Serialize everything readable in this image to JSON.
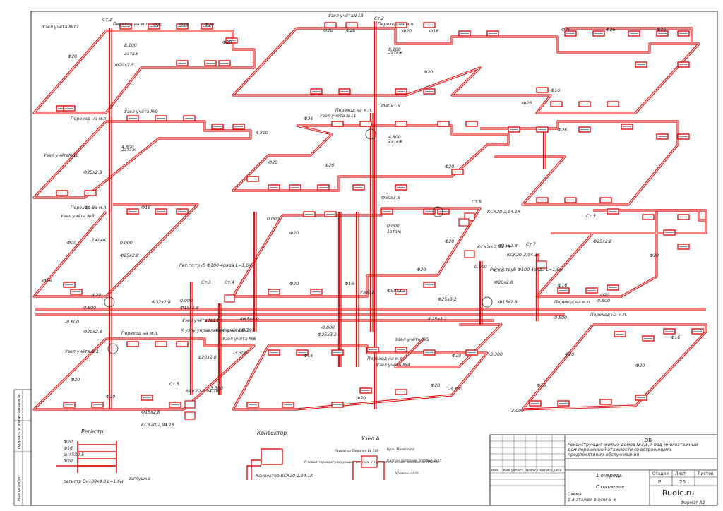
{
  "colors": {
    "pipe": "#e01010",
    "ink": "#1a1a1a",
    "frame": "#333333",
    "rad": "#ffffff"
  },
  "sheet": {
    "code": "- ОВ",
    "project_title": "Реконструкция жилых домов №3,5,7 под многоэтажный дом переменной этажности со встроенными предприятиями обслуживания",
    "stage_text": "1 очередь",
    "drawing_name_1": "Отопление",
    "drawing_name_2": "Схема",
    "drawing_name_3": "1-3 этажей в осях 5-6",
    "stage_header": "Стадия",
    "sheet_header": "Лист",
    "sheets_header": "Листов",
    "stage": "Р",
    "sheet_no": "26",
    "sheets": "",
    "format": "Формат А2",
    "watermark": "Rudic.ru",
    "cols": [
      "Изм",
      "Кол.уч",
      "Лист",
      "№док",
      "Подпись",
      "Дата"
    ],
    "side_stamps": [
      "Инв.№ подл.",
      "Подпись и дата",
      "Взам.инв.№"
    ]
  },
  "labels": {
    "st1": "Ст.1",
    "st2": "Ст.2",
    "st3": "Ст.3",
    "st4": "Ст.4",
    "st5": "Ст.5",
    "st6": "Ст.6",
    "st7": "Ст.7",
    "st8": "Ст.8",
    "st3b": "Ст.3",
    "uzel12": "Узел учёта №12",
    "uzel13": "Узел учёта№13",
    "uzel9": "Узел учёта №9",
    "uzel11": "Узел учёта №11",
    "uzel10": "Узел учёта№10",
    "uzel8": "Узел учёта №8",
    "uzel3": "Узел учёта №3",
    "uzel14": "Узел учёта №14",
    "uzel7": "Узел учёта №7",
    "uzel6": "Узел учёта №6",
    "uzel5": "Узел учёта №5",
    "uzel4": "Узел учёта №4",
    "uzelA": "Узел А",
    "perehod": "Переход на м.п.",
    "floor3": "3этаж",
    "floor2": "2этаж",
    "floor1": "1этаж",
    "lev3": "8.100",
    "lev2": "4.800",
    "lev1": "0.000",
    "levm": "-0.800",
    "levb": "-3.300",
    "levc": "-3.000",
    "kskz": "КСК20-2,94.1К",
    "regtr": "Рег.гл.труб Ф100 4ряда L=1,6м",
    "kuzlu": "К узлу управления (см.л ОВ 29)",
    "d20": "Ф20",
    "d16": "Ф16",
    "d26": "Ф26",
    "d25": "Ф25х2.8",
    "d20x": "Ф20х2.8",
    "d15": "Ф15х2.8",
    "d32": "Ф32х2.8",
    "d40": "Ф40х3.5",
    "d50": "Ф50х3.5",
    "d65": "Ф65х4.0",
    "d25b": "Ф25х3.2",
    "d20b": "Ф20х2.5"
  },
  "legend": {
    "register_title": "Регистр",
    "reg_d": "Ф20",
    "reg_d2": "Ф16",
    "reg_d3": "dн45Х2.5",
    "reg_d4": "Ф20",
    "reg_note": "регистр Dн108х4.0 L=1,6м",
    "plug": "заглушка",
    "conv_title": "Конвектор",
    "conv_label": "Конвектор КСК20-2,94.1К",
    "nodeA_title": "Узел А",
    "nodeA_r1": "Радиатор Elegance EL 500",
    "nodeA_r2": "Кран Маевского",
    "nodeA_r3": "Угловой терморегулирующий вентиль с термостатическим элементом RA2990",
    "nodeA_r4": "Клапан запорный угловой Ду15",
    "nodeA_r5": "Уровень пола"
  }
}
